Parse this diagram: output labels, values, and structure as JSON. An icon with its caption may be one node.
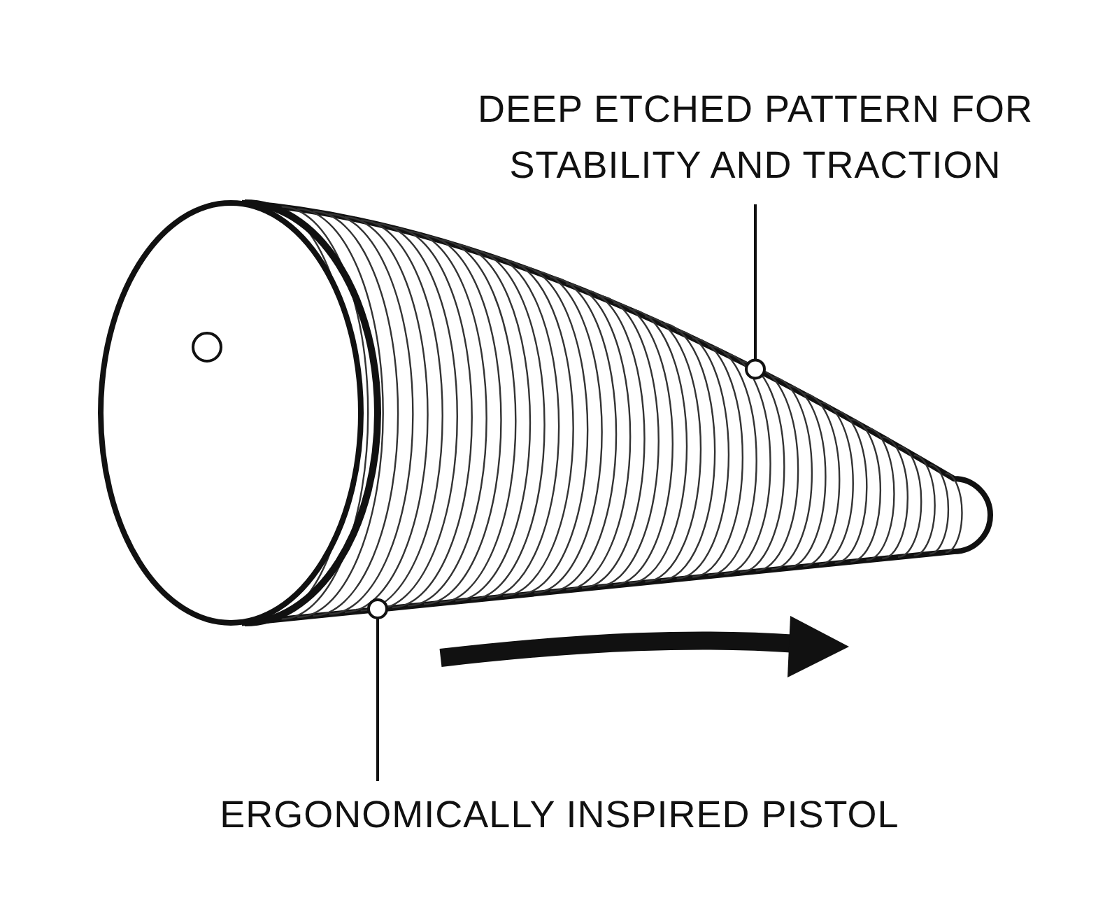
{
  "diagram": {
    "nodes": [
      {
        "text": [
          "DEEP ETCHED PATTERN FOR STABILITY AND TRACTION"
        ]
      },
      {
        "text": [],
        "shape": "picture"
      },
      {
        "text": [
          "ERGONOMICALLY INSPIRED PISTOL"
        ]
      }
    ],
    "edges": [
      {
        "from": 0,
        "to": 1,
        "arrow": "other"
      },
      {
        "from": 2,
        "to": 1,
        "arrow": "other"
      }
    ]
  }
}
